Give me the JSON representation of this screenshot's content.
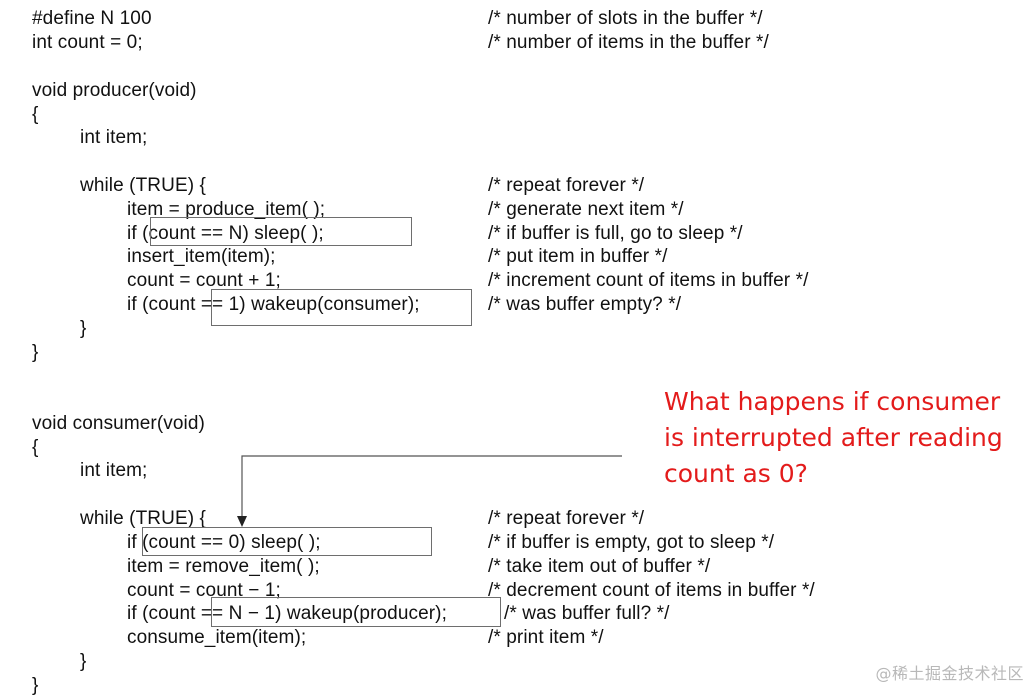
{
  "producer_section": {
    "define_line": "#define N 100",
    "define_comment": "/* number of slots in the buffer */",
    "count_line": "int count = 0;",
    "count_comment": "/* number of items in the buffer */",
    "signature": "void producer(void)",
    "open_brace": "{",
    "decl": "int item;",
    "while_line": "while (TRUE) {",
    "while_comment": "/* repeat forever */",
    "produce_line": "item = produce_item( );",
    "produce_comment": "/* generate next item */",
    "sleep_line": "if (count == N) sleep( );",
    "sleep_comment": "/* if buffer is full, go to sleep */",
    "insert_line": "insert_item(item);",
    "insert_comment": "/* put item in buffer */",
    "increment_line": "count = count + 1;",
    "increment_comment": "/* increment count of items in buffer */",
    "wakeup_line": "if (count == 1) wakeup(consumer);",
    "wakeup_comment": "/* was buffer empty? */",
    "inner_close": "}",
    "outer_close": "}"
  },
  "consumer_section": {
    "signature": "void consumer(void)",
    "open_brace": "{",
    "decl": "int item;",
    "while_line": "while (TRUE) {",
    "while_comment": "/* repeat forever */",
    "sleep_line": "if (count == 0) sleep( );",
    "sleep_comment": "/* if buffer is empty, got to sleep */",
    "remove_line": "item = remove_item( );",
    "remove_comment": "/* take item out of buffer */",
    "decrement_line": "count = count − 1;",
    "decrement_comment": "/* decrement count of items in buffer */",
    "wakeup_line": "if (count == N − 1) wakeup(producer);",
    "wakeup_comment": "/* was buffer full? */",
    "consume_line": "consume_item(item);",
    "consume_comment": "/* print item */",
    "inner_close": "}",
    "outer_close": "}"
  },
  "annotation": {
    "line1": "What happens if consumer",
    "line2": "is interrupted after reading",
    "line3": "count as 0?",
    "color": "#e31b1b"
  },
  "watermark": "@稀土掘金技术社区"
}
